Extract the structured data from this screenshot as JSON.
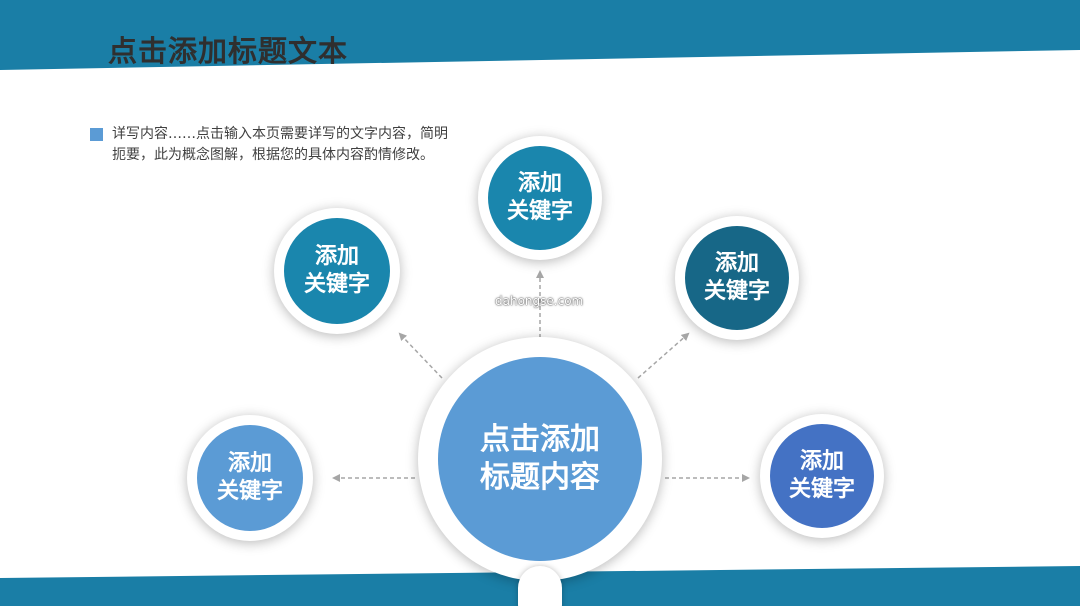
{
  "header": {
    "title": "点击添加标题文本"
  },
  "description": {
    "text": "详写内容……点击输入本页需要详写的文字内容，简明扼要，此为概念图解，根据您的具体内容酌情修改。"
  },
  "center_node": {
    "label": "点击添加\n标题内容",
    "color": "#5b9bd5"
  },
  "nodes": [
    {
      "label": "添加\n关键字",
      "color": "#1a86ad"
    },
    {
      "label": "添加\n关键字",
      "color": "#1a86ad"
    },
    {
      "label": "添加\n关键字",
      "color": "#176787"
    },
    {
      "label": "添加\n关键字",
      "color": "#5b9bd5"
    },
    {
      "label": "添加\n关键字",
      "color": "#4472c4"
    }
  ],
  "watermark": "dahongse.com",
  "colors": {
    "band": "#1a7ea6",
    "connector": "#a6a6a6"
  }
}
